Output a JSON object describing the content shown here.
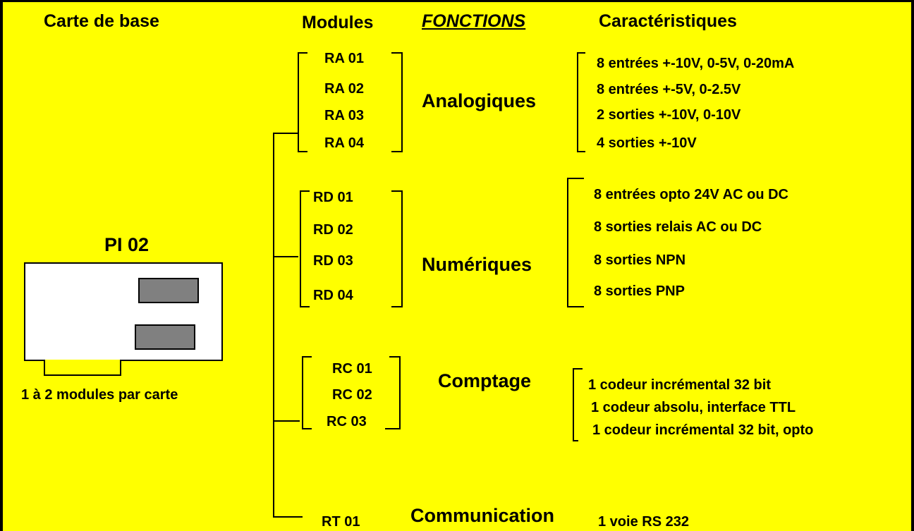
{
  "headers": {
    "base_card": "Carte de base",
    "modules": "Modules",
    "functions": "FONCTIONS",
    "characteristics": "Caractéristiques"
  },
  "base_card": {
    "name": "PI 02",
    "capacity": "1 à 2 modules par carte"
  },
  "groups": [
    {
      "function": "Analogiques",
      "modules": [
        "RA 01",
        "RA 02",
        "RA 03",
        "RA 04"
      ],
      "characteristics": [
        "8 entrées +-10V, 0-5V, 0-20mA",
        "8 entrées +-5V, 0-2.5V",
        "2 sorties +-10V, 0-10V",
        "4 sorties +-10V"
      ]
    },
    {
      "function": "Numériques",
      "modules": [
        "RD 01",
        "RD 02",
        "RD 03",
        "RD 04"
      ],
      "characteristics": [
        "8 entrées opto 24V AC ou DC",
        "8 sorties relais AC ou DC",
        "8 sorties NPN",
        "8 sorties PNP"
      ]
    },
    {
      "function": "Comptage",
      "modules": [
        "RC 01",
        "RC 02",
        "RC 03"
      ],
      "characteristics": [
        "1 codeur incrémental 32 bit",
        "1 codeur absolu, interface TTL",
        "1 codeur incrémental 32 bit, opto"
      ]
    },
    {
      "function": "Communication",
      "modules": [
        "RT 01"
      ],
      "characteristics": [
        "1 voie RS 232"
      ]
    }
  ],
  "colors": {
    "background": "#ffff00",
    "card": "#ffffff",
    "slot": "#808080",
    "line": "#000000"
  }
}
